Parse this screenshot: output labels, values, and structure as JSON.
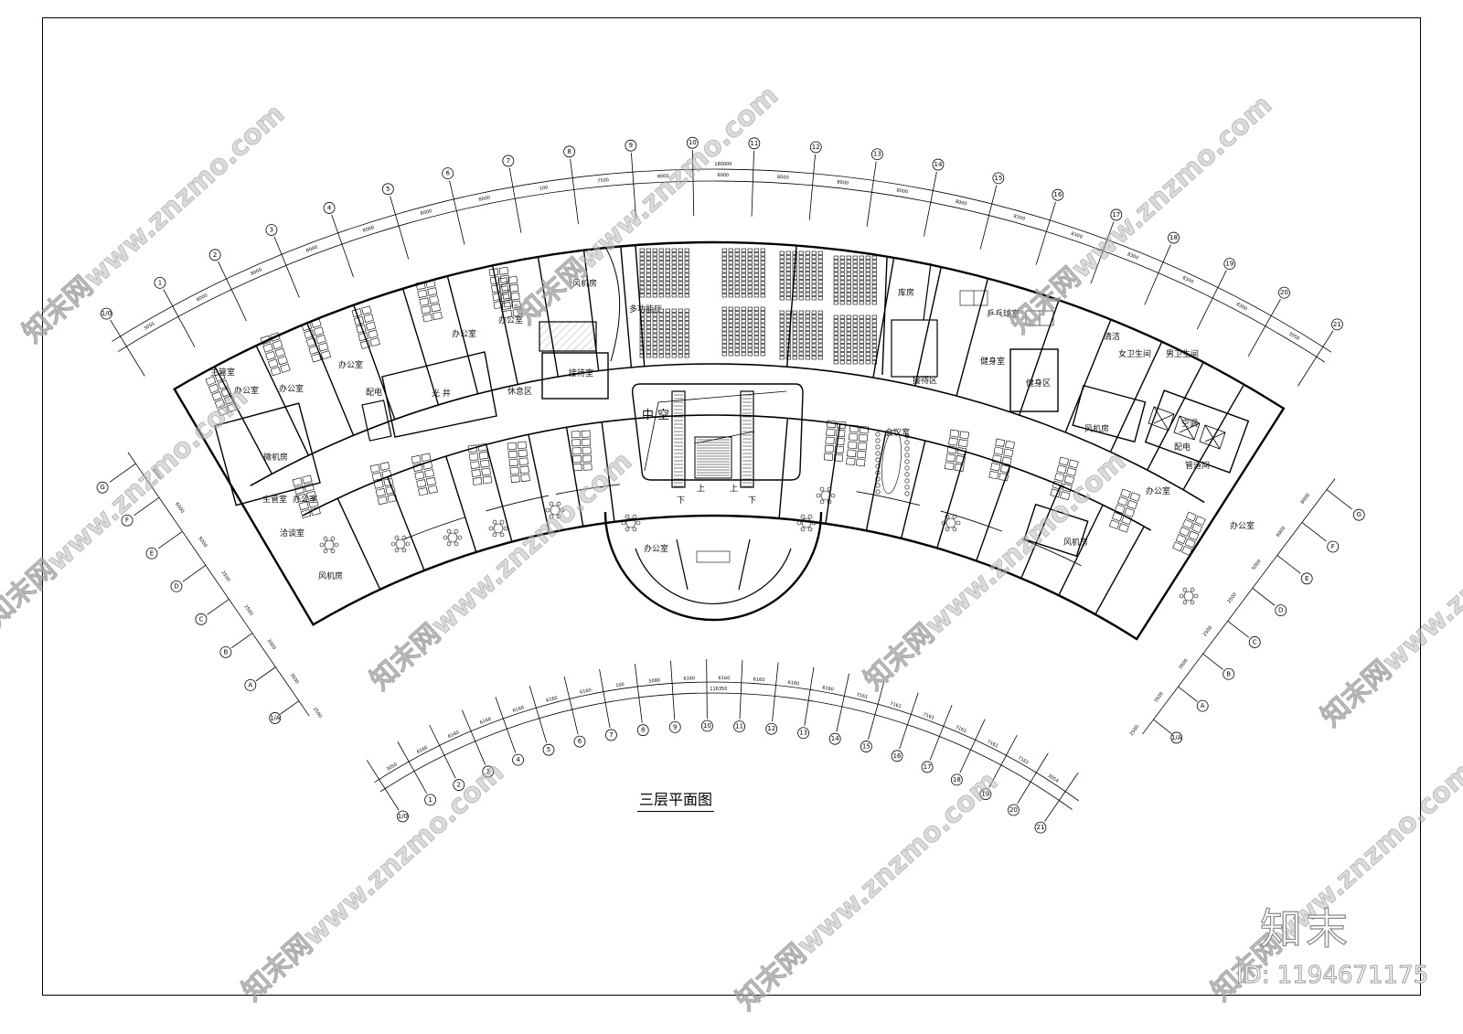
{
  "drawing": {
    "title": "三层平面图",
    "top_axes": [
      "1/0",
      "1",
      "2",
      "3",
      "4",
      "5",
      "6",
      "7",
      "8",
      "9",
      "10",
      "11",
      "12",
      "13",
      "14",
      "15",
      "16",
      "17",
      "18",
      "19",
      "20",
      "21"
    ],
    "top_total_dimension": "180000",
    "top_segment_dimensions": [
      "3050",
      "8000",
      "8000",
      "8000",
      "8000",
      "8000",
      "8000",
      "100",
      "7500",
      "8000",
      "8000",
      "8000",
      "8000",
      "8000",
      "8000",
      "8300",
      "8300",
      "8300",
      "8300",
      "8300",
      "3050"
    ],
    "bottom_axes": [
      "1/0",
      "1",
      "2",
      "3",
      "4",
      "5",
      "6",
      "7",
      "8",
      "9",
      "10",
      "11",
      "12",
      "13",
      "14",
      "15",
      "16",
      "17",
      "18",
      "19",
      "20",
      "21"
    ],
    "bottom_total_dimension": "116350",
    "bottom_segment_dimensions": [
      "3050",
      "6160",
      "6160",
      "6160",
      "6160",
      "6160",
      "6160",
      "100",
      "5080",
      "6160",
      "6160",
      "6160",
      "6160",
      "6160",
      "7161",
      "7161",
      "7161",
      "7161",
      "7161",
      "7161",
      "3054"
    ],
    "left_axes": [
      "G",
      "F",
      "E",
      "D",
      "C",
      "B",
      "A",
      "1/A"
    ],
    "right_axes": [
      "G",
      "F",
      "E",
      "D",
      "C",
      "B",
      "A",
      "1/A"
    ],
    "side_dimensions": [
      "8000",
      "6000",
      "5000",
      "2500",
      "2500",
      "3000",
      "3500",
      "2500"
    ],
    "rooms": {
      "director_1": "主管室",
      "office_1": "办公室",
      "office_2": "办公室",
      "office_3": "办公室",
      "office_4": "办公室",
      "office_5": "办公室",
      "office_6": "办公室",
      "light_well": "光 井",
      "lounge": "休息区",
      "reception_room": "接待室",
      "computer_room": "微机房",
      "director_2": "主管室",
      "negotiation": "洽谈室",
      "fan_room_1": "风机房",
      "fan_room_2": "风机房",
      "power_1": "配电",
      "multi_hall": "多功能厅",
      "storage": "库房",
      "pingpong": "乒乓球室",
      "reception_area": "接待区",
      "gym": "健身室",
      "fitness_area": "健身区",
      "void": "中 空",
      "meeting_room": "会议室",
      "office_center": "办公室",
      "female_wc": "女卫生间",
      "male_wc": "男卫生间",
      "cleaning": "清洁",
      "aircon": "空调",
      "power_2": "配电",
      "pipe_shaft": "管道间",
      "fan_room_3": "风机房",
      "fan_room_4": "风机房",
      "office_r1": "办公室",
      "office_r2": "办公室",
      "up": "上",
      "down": "下"
    }
  },
  "watermark": {
    "logo": "知末",
    "id": "ID: 1194671175",
    "text": "知末网www.znzmo.com"
  }
}
